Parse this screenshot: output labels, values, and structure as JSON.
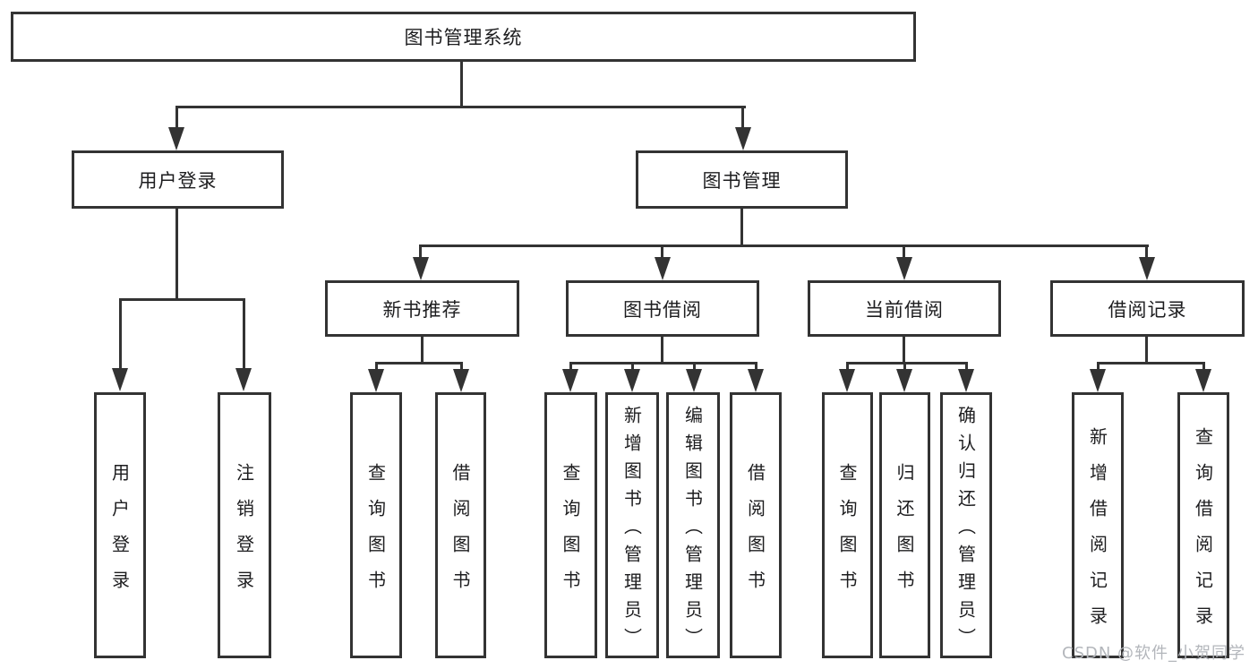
{
  "tree": {
    "label": "图书管理系统",
    "children": [
      {
        "label": "用户登录",
        "children": [
          {
            "label": "用户登录"
          },
          {
            "label": "注销登录"
          }
        ]
      },
      {
        "label": "图书管理",
        "children": [
          {
            "label": "新书推荐",
            "children": [
              {
                "label": "查询图书"
              },
              {
                "label": "借阅图书"
              }
            ]
          },
          {
            "label": "图书借阅",
            "children": [
              {
                "label": "查询图书"
              },
              {
                "label": "新增图书（管理员）"
              },
              {
                "label": "编辑图书（管理员）"
              },
              {
                "label": "借阅图书"
              }
            ]
          },
          {
            "label": "当前借阅",
            "children": [
              {
                "label": "查询图书"
              },
              {
                "label": "归还图书"
              },
              {
                "label": "确认归还（管理员）"
              }
            ]
          },
          {
            "label": "借阅记录",
            "children": [
              {
                "label": "新增借阅记录"
              },
              {
                "label": "查询借阅记录"
              }
            ]
          }
        ]
      }
    ]
  },
  "watermark": {
    "text": "CSDN @软件_小贺同学"
  },
  "colors": {
    "line": "#333333",
    "box_background": "#ffffff",
    "text": "#1d1d1f",
    "watermark": "#b3b6bb",
    "background": "#ffffff"
  }
}
